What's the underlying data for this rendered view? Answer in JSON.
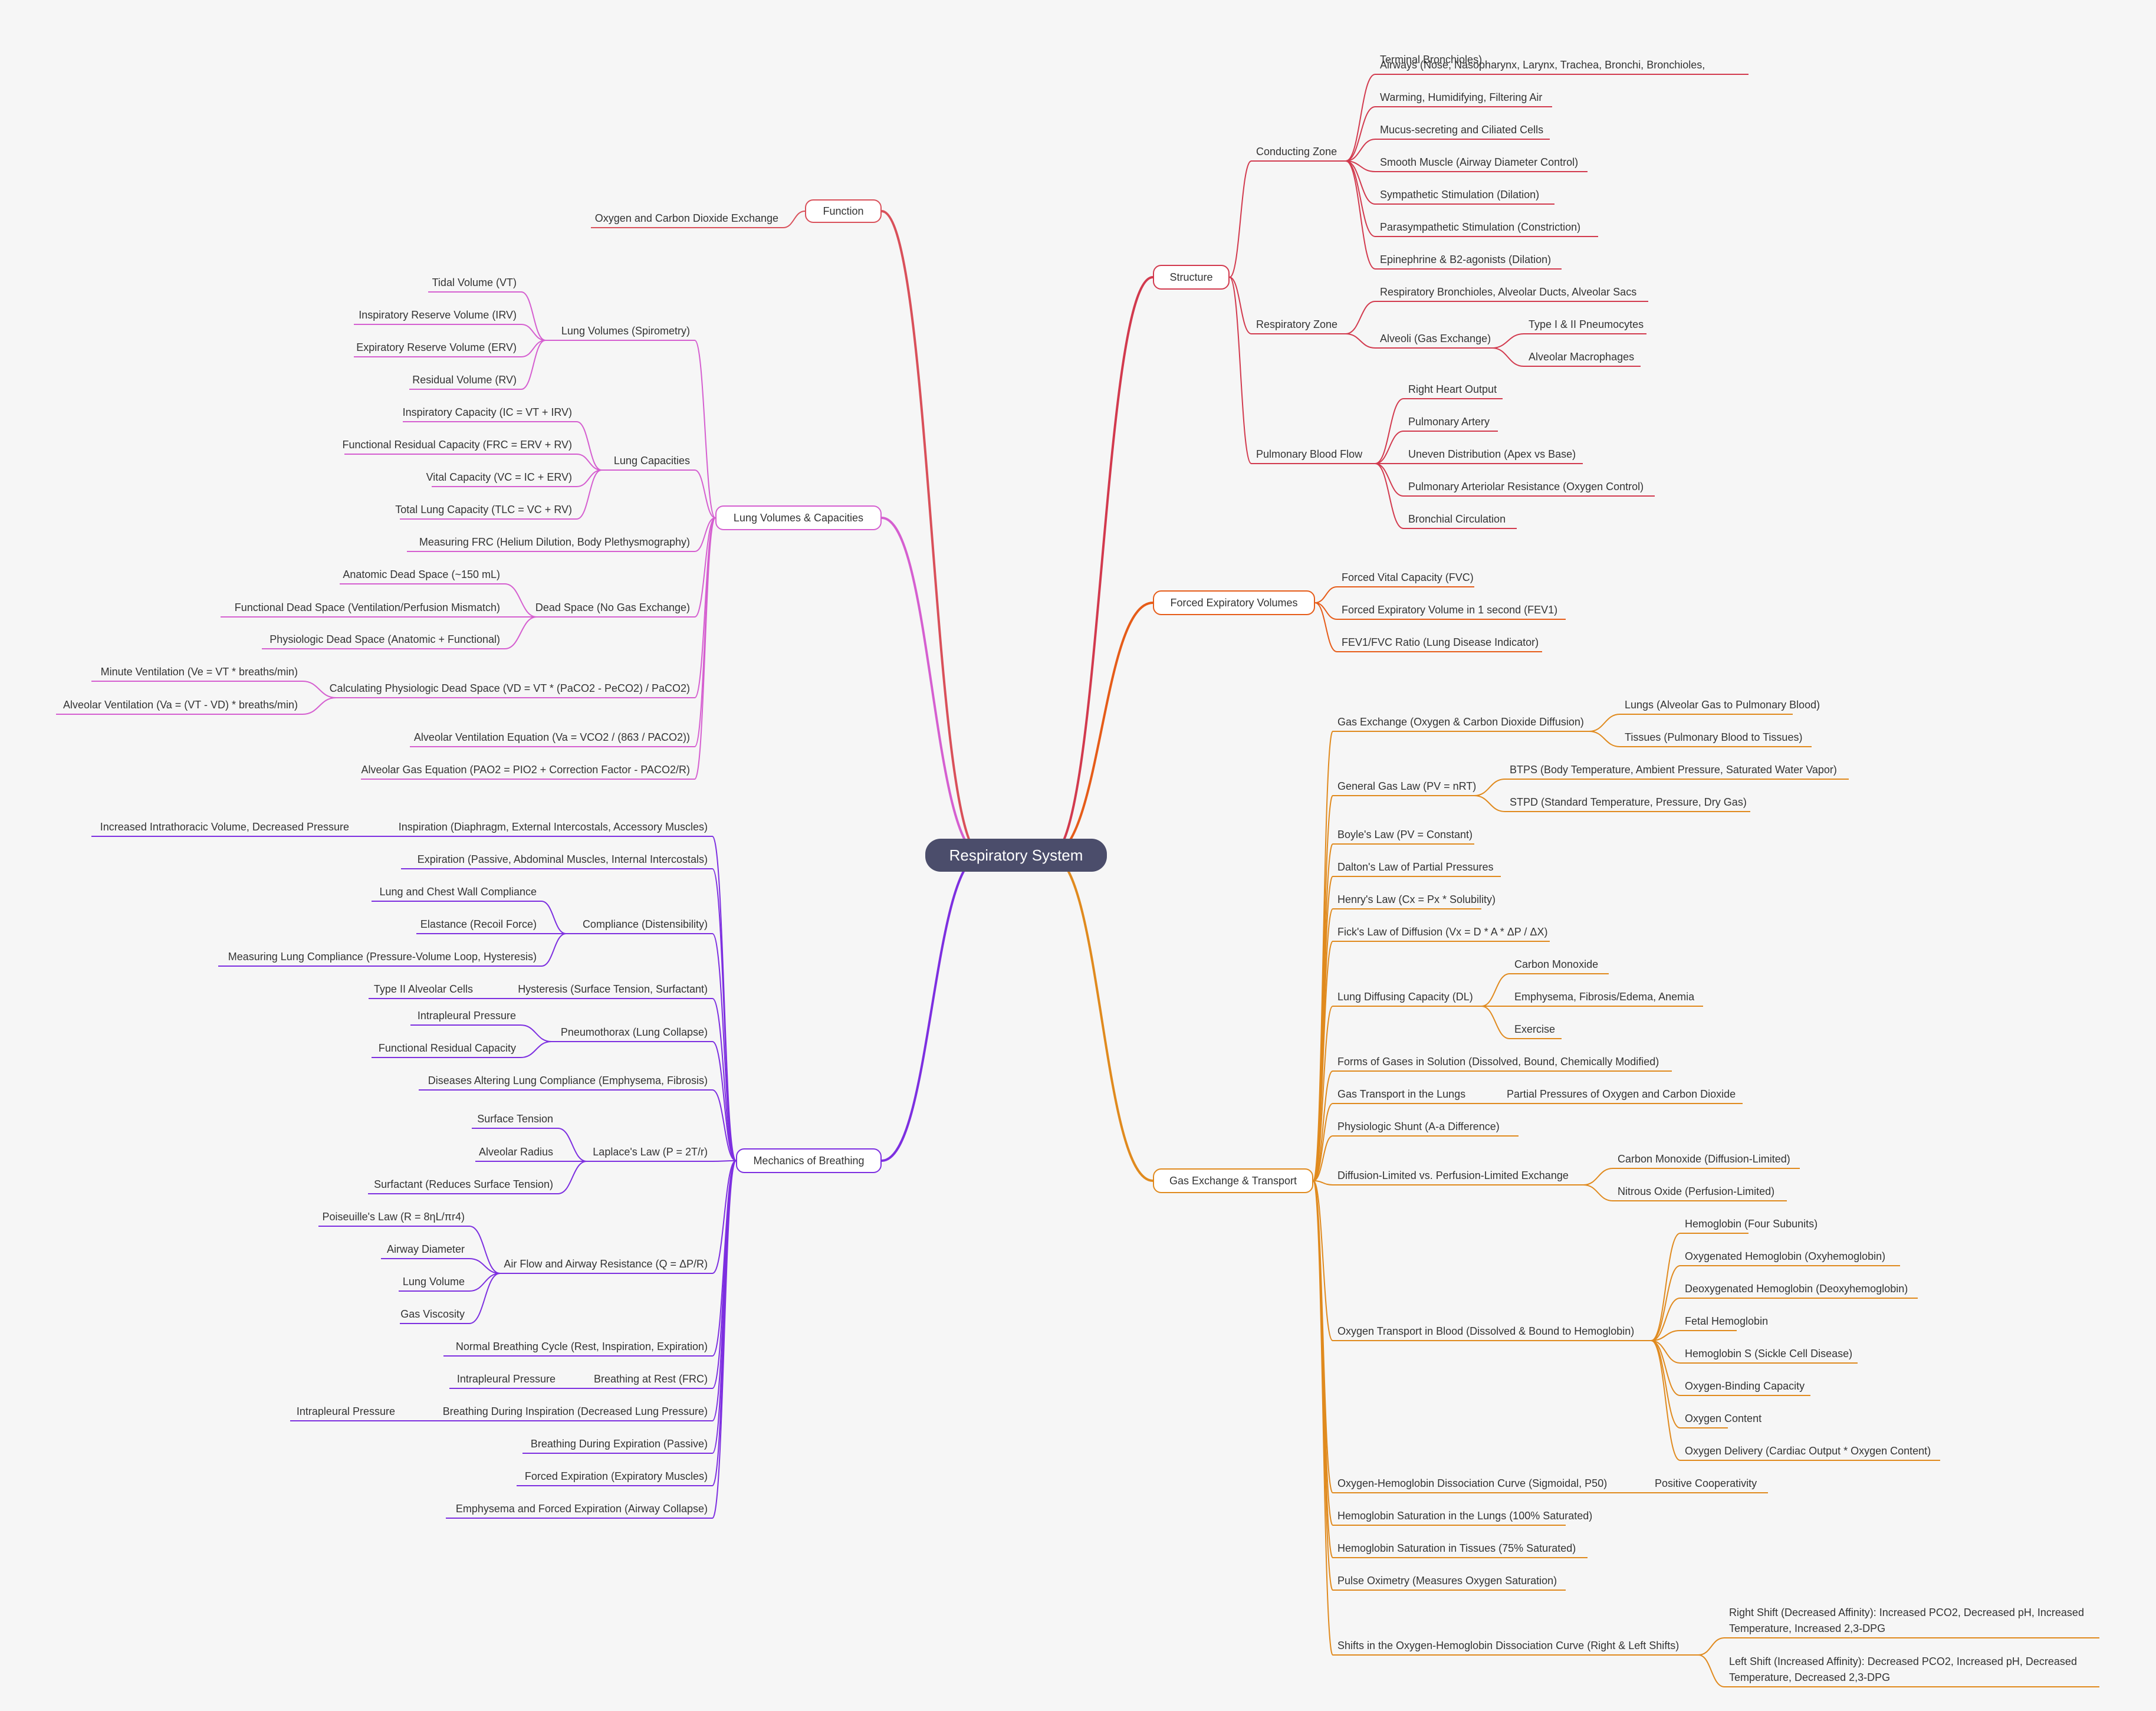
{
  "root": "Respiratory System",
  "colors": {
    "background": "#f6f6f6",
    "root": "#4b4d6b",
    "function": "#d9505a",
    "structure": "#d23a4e",
    "volumes": "#d55fd0",
    "forced": "#e65c19",
    "mechanics": "#7d2fe0",
    "gas": "#e08a1e"
  },
  "branches": {
    "function": {
      "label": "Function",
      "children": [
        "Oxygen and Carbon Dioxide Exchange"
      ]
    },
    "structure": {
      "label": "Structure",
      "conducting": {
        "label": "Conducting Zone",
        "children": [
          "Airways (Nose, Nasopharynx, Larynx, Trachea, Bronchi, Bronchioles,",
          "Terminal Bronchioles)",
          "Warming, Humidifying, Filtering Air",
          "Mucus-secreting and Ciliated Cells",
          "Smooth Muscle (Airway Diameter Control)",
          "Sympathetic Stimulation (Dilation)",
          "Parasympathetic Stimulation (Constriction)",
          "Epinephrine & B2-agonists (Dilation)"
        ]
      },
      "respiratory": {
        "label": "Respiratory Zone",
        "children": [
          "Respiratory Bronchioles, Alveolar Ducts, Alveolar Sacs",
          "Alveoli (Gas Exchange)"
        ],
        "alveoli": [
          "Type I & II Pneumocytes",
          "Alveolar Macrophages"
        ]
      },
      "blood": {
        "label": "Pulmonary Blood Flow",
        "children": [
          "Right Heart Output",
          "Pulmonary Artery",
          "Uneven Distribution (Apex vs Base)",
          "Pulmonary Arteriolar Resistance (Oxygen Control)",
          "Bronchial Circulation"
        ]
      }
    },
    "volumes": {
      "label": "Lung Volumes & Capacities",
      "spirometry": {
        "label": "Lung Volumes (Spirometry)",
        "children": [
          "Tidal Volume (VT)",
          "Inspiratory Reserve Volume (IRV)",
          "Expiratory Reserve Volume (ERV)",
          "Residual Volume (RV)"
        ]
      },
      "capacities": {
        "label": "Lung Capacities",
        "children": [
          "Inspiratory Capacity (IC = VT + IRV)",
          "Functional Residual Capacity (FRC = ERV + RV)",
          "Vital Capacity (VC = IC + ERV)",
          "Total Lung Capacity (TLC = VC + RV)"
        ]
      },
      "frc": "Measuring FRC (Helium Dilution, Body Plethysmography)",
      "dead": {
        "label": "Dead Space (No Gas Exchange)",
        "children": [
          "Anatomic Dead Space (~150 mL)",
          "Functional Dead Space (Ventilation/Perfusion Mismatch)",
          "Physiologic Dead Space (Anatomic + Functional)"
        ]
      },
      "calc": {
        "label": "Calculating Physiologic Dead Space (VD = VT * (PaCO2 - PeCO2) / PaCO2)",
        "children": [
          "Minute Ventilation (Ve = VT * breaths/min)",
          "Alveolar Ventilation (Va = (VT - VD) * breaths/min)"
        ]
      },
      "ave": "Alveolar Ventilation Equation (Va = VCO2 / (863 / PACO2))",
      "age": "Alveolar Gas Equation (PAO2 = PIO2 + Correction Factor - PACO2/R)"
    },
    "forced": {
      "label": "Forced Expiratory Volumes",
      "children": [
        "Forced Vital Capacity (FVC)",
        "Forced Expiratory Volume in 1 second (FEV1)",
        "FEV1/FVC Ratio (Lung Disease Indicator)"
      ]
    },
    "mechanics": {
      "label": "Mechanics of Breathing",
      "inspiration": {
        "label": "Inspiration (Diaphragm, External Intercostals, Accessory Muscles)",
        "child": "Increased Intrathoracic Volume, Decreased Pressure"
      },
      "expiration": "Expiration (Passive, Abdominal Muscles, Internal Intercostals)",
      "compliance": {
        "label": "Compliance (Distensibility)",
        "children": [
          "Lung and Chest Wall Compliance",
          "Elastance (Recoil Force)",
          "Measuring Lung Compliance (Pressure-Volume Loop, Hysteresis)"
        ]
      },
      "hysteresis": {
        "label": "Hysteresis (Surface Tension, Surfactant)",
        "child": "Type II Alveolar Cells"
      },
      "pneumo": {
        "label": "Pneumothorax (Lung Collapse)",
        "children": [
          "Intrapleural Pressure",
          "Functional Residual Capacity"
        ]
      },
      "diseases": "Diseases Altering Lung Compliance (Emphysema, Fibrosis)",
      "laplace": {
        "label": "Laplace's Law (P = 2T/r)",
        "children": [
          "Surface Tension",
          "Alveolar Radius",
          "Surfactant (Reduces Surface Tension)"
        ]
      },
      "airflow": {
        "label": "Air Flow and Airway Resistance (Q = ΔP/R)",
        "children": [
          "Poiseuille's Law (R = 8ηL/πr4)",
          "Airway Diameter",
          "Lung Volume",
          "Gas Viscosity"
        ]
      },
      "cycle": "Normal Breathing Cycle (Rest, Inspiration, Expiration)",
      "rest": {
        "label": "Breathing at Rest (FRC)",
        "child": "Intrapleural Pressure"
      },
      "during_insp": {
        "label": "Breathing During Inspiration (Decreased Lung Pressure)",
        "child": "Intrapleural Pressure"
      },
      "during_exp": "Breathing During Expiration (Passive)",
      "forced_exp": "Forced Expiration (Expiratory Muscles)",
      "emphysema": "Emphysema and Forced Expiration (Airway Collapse)"
    },
    "gas": {
      "label": "Gas Exchange & Transport",
      "exchange": {
        "label": "Gas Exchange (Oxygen & Carbon Dioxide Diffusion)",
        "children": [
          "Lungs (Alveolar Gas to Pulmonary Blood)",
          "Tissues (Pulmonary Blood to Tissues)"
        ]
      },
      "general": {
        "label": "General Gas Law (PV = nRT)",
        "children": [
          "BTPS (Body Temperature, Ambient Pressure, Saturated Water Vapor)",
          "STPD (Standard Temperature, Pressure, Dry Gas)"
        ]
      },
      "boyle": "Boyle's Law (PV = Constant)",
      "dalton": "Dalton's Law of Partial Pressures",
      "henry": "Henry's Law (Cx = Px * Solubility)",
      "fick": "Fick's Law of Diffusion (Vx = D * A * ΔP / ΔX)",
      "dl": {
        "label": "Lung Diffusing Capacity (DL)",
        "children": [
          "Carbon Monoxide",
          "Emphysema, Fibrosis/Edema, Anemia",
          "Exercise"
        ]
      },
      "forms": "Forms of Gases in Solution (Dissolved, Bound, Chemically Modified)",
      "transport_lungs": {
        "label": "Gas Transport in the Lungs",
        "child": "Partial Pressures of Oxygen and Carbon Dioxide"
      },
      "shunt": "Physiologic Shunt (A-a Difference)",
      "diffusion": {
        "label": "Diffusion-Limited vs. Perfusion-Limited Exchange",
        "children": [
          "Carbon Monoxide (Diffusion-Limited)",
          "Nitrous Oxide (Perfusion-Limited)"
        ]
      },
      "oxygen": {
        "label": "Oxygen Transport in Blood (Dissolved & Bound to Hemoglobin)",
        "children": [
          "Hemoglobin (Four Subunits)",
          "Oxygenated Hemoglobin (Oxyhemoglobin)",
          "Deoxygenated Hemoglobin (Deoxyhemoglobin)",
          "Fetal Hemoglobin",
          "Hemoglobin S (Sickle Cell Disease)",
          "Oxygen-Binding Capacity",
          "Oxygen Content",
          "Oxygen Delivery (Cardiac Output * Oxygen Content)"
        ]
      },
      "ohdc": {
        "label": "Oxygen-Hemoglobin Dissociation Curve (Sigmoidal, P50)",
        "child": "Positive Cooperativity"
      },
      "sat_lungs": "Hemoglobin Saturation in the Lungs (100% Saturated)",
      "sat_tissues": "Hemoglobin Saturation in Tissues (75% Saturated)",
      "pulse": "Pulse Oximetry (Measures Oxygen Saturation)",
      "shifts": {
        "label": "Shifts in the Oxygen-Hemoglobin Dissociation Curve (Right & Left Shifts)",
        "right": [
          "Right Shift (Decreased Affinity): Increased PCO2, Decreased pH, Increased",
          "Temperature, Increased 2,3-DPG"
        ],
        "left": [
          "Left Shift (Increased Affinity): Decreased PCO2, Increased pH, Decreased",
          "Temperature, Decreased 2,3-DPG"
        ]
      }
    }
  }
}
